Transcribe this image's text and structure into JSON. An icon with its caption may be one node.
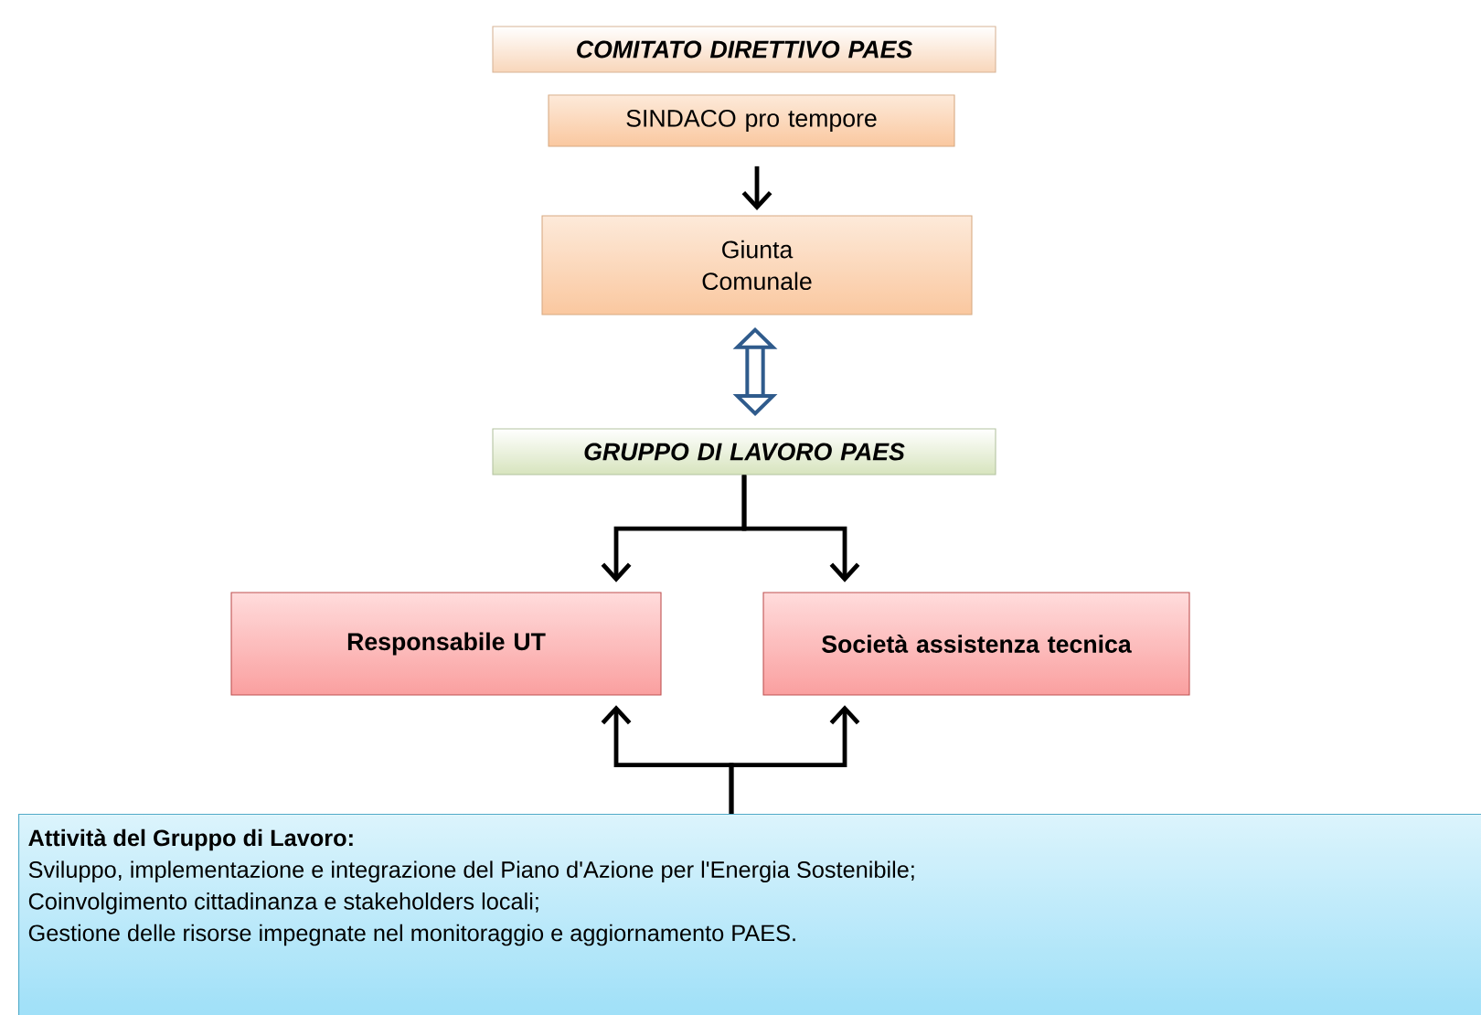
{
  "diagram": {
    "nodes": [
      {
        "text": [
          "COMITATO DIRETTIVO PAES"
        ]
      },
      {
        "text": [
          "SINDACO pro tempore"
        ]
      },
      {
        "text": [
          "Giunta Comunale"
        ]
      },
      {
        "text": [
          "GRUPPO DI LAVORO PAES"
        ]
      },
      {
        "text": [
          "Responsabile UT"
        ]
      },
      {
        "text": [
          "Società assistenza tecnica"
        ]
      },
      {
        "text": [
          "Attività del Gruppo di Lavoro:",
          "Sviluppo, implementazione e integrazione del Piano d'Azione per l'Energia Sostenibile;",
          "Coinvolgimento cittadinanza e stakeholders locali;",
          "Gestione delle risorse impegnate nel monitoraggio e aggiornamento PAES."
        ]
      }
    ],
    "edges": [
      {
        "from": 1,
        "to": 2,
        "arrow": "to"
      },
      {
        "from": 2,
        "to": 3,
        "arrow": "both",
        "style": "thick",
        "color": "#2f5b8c"
      },
      {
        "from": 3,
        "to": 4,
        "arrow": "to"
      },
      {
        "from": 3,
        "to": 5,
        "arrow": "to"
      },
      {
        "from": 6,
        "to": 4,
        "arrow": "to"
      },
      {
        "from": 6,
        "to": 5,
        "arrow": "to"
      }
    ]
  }
}
